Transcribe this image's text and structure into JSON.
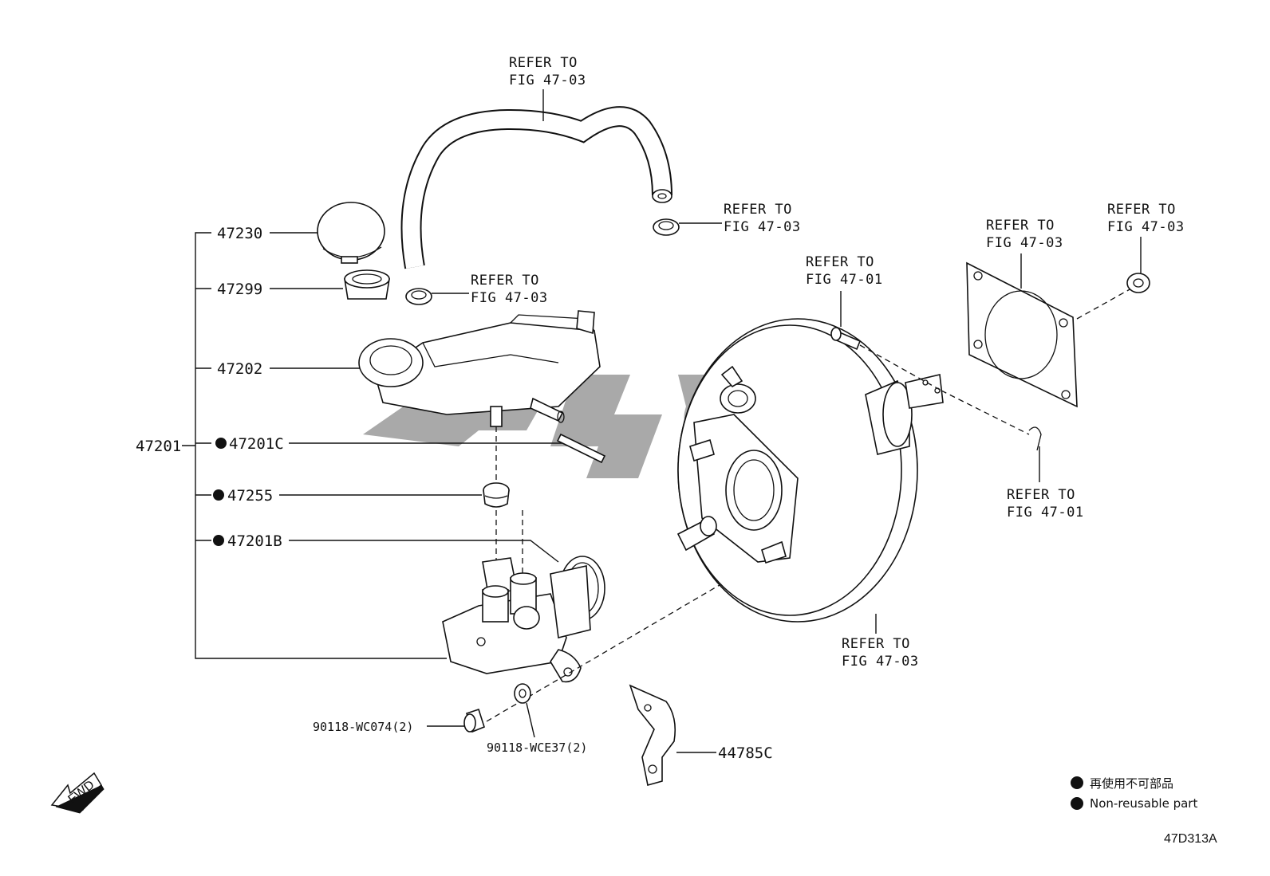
{
  "callouts": {
    "p47230": "47230",
    "p47299": "47299",
    "p47202": "47202",
    "p47201": "47201",
    "p47201C": "47201C",
    "p47255": "47255",
    "p47201B": "47201B",
    "p90118_wc074": "90118-WC074(2)",
    "p90118_wce37": "90118-WCE37(2)",
    "p44785C": "44785C"
  },
  "references": {
    "hose_top": [
      "REFER TO",
      "FIG 47-03"
    ],
    "clamp_right": [
      "REFER TO",
      "FIG 47-03"
    ],
    "clamp_left": [
      "REFER TO",
      "FIG 47-03"
    ],
    "pin_top": [
      "REFER TO",
      "FIG 47-01"
    ],
    "gasket": [
      "REFER TO",
      "FIG 47-03"
    ],
    "nut_right": [
      "REFER TO",
      "FIG 47-03"
    ],
    "clip_right": [
      "REFER TO",
      "FIG 47-01"
    ],
    "booster": [
      "REFER TO",
      "FIG 47-03"
    ]
  },
  "legend": {
    "jp": "再使用不可部品",
    "en": "Non-reusable part"
  },
  "fwd_label": "FWD",
  "figure_code": "47D313A"
}
